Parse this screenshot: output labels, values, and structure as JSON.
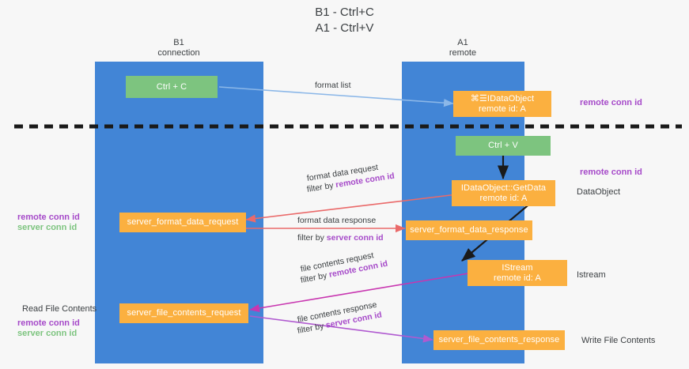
{
  "title": "B1 - Ctrl+C\nA1 - Ctrl+V",
  "columns": {
    "left": "B1\nconnection",
    "right": "A1\nremote"
  },
  "colors": {
    "lane": "#4285d6",
    "green_box": "#7dc47f",
    "orange_box": "#fbb040",
    "remote_conn_id": "#a64ac9",
    "server_conn_id": "#7dc47f",
    "arrow_blue": "#8bb7e8",
    "arrow_red": "#ea6a6a",
    "arrow_magenta": "#c836b0",
    "arrow_purple": "#b05ad0",
    "arrow_black": "#1a1a1a",
    "divider": "#1a1a1a"
  },
  "boxes": {
    "ctrl_c": "Ctrl + C",
    "idataobject": "⌘☰IDataObject\nremote id: A",
    "ctrl_v": "Ctrl + V",
    "getdata": "IDataObject::GetData\nremote id: A",
    "server_format_data_request": "server_format_data_request",
    "server_format_data_response": "server_format_data_response",
    "istream": "IStream\nremote id: A",
    "server_file_contents_request": "server_file_contents_request",
    "server_file_contents_response": "server_file_contents_response"
  },
  "edges": {
    "format_list": "format list",
    "format_data_request": "format data request",
    "format_data_request_filter_prefix": "filter by ",
    "format_data_request_filter_key": "remote conn id",
    "format_data_response": "format data response",
    "format_data_response_filter_prefix": "filter by ",
    "format_data_response_filter_key": "server conn id",
    "file_contents_request": "file contents request",
    "file_contents_request_filter_prefix": "filter by ",
    "file_contents_request_filter_key": "remote conn id",
    "file_contents_response": "file contents response",
    "file_contents_response_filter_prefix": "filter by ",
    "file_contents_response_filter_key": "server conn id"
  },
  "annotations": {
    "right_remote_conn_id_top": "remote conn id",
    "right_remote_conn_id_mid": "remote conn id",
    "right_dataobject": "DataObject",
    "right_istream": "Istream",
    "right_write_file_contents": "Write File Contents",
    "left_remote_conn_id": "remote conn id",
    "left_server_conn_id": "server conn id",
    "left_read_file_contents": "Read File Contents",
    "left_remote_conn_id_2": "remote conn id",
    "left_server_conn_id_2": "server conn id"
  }
}
